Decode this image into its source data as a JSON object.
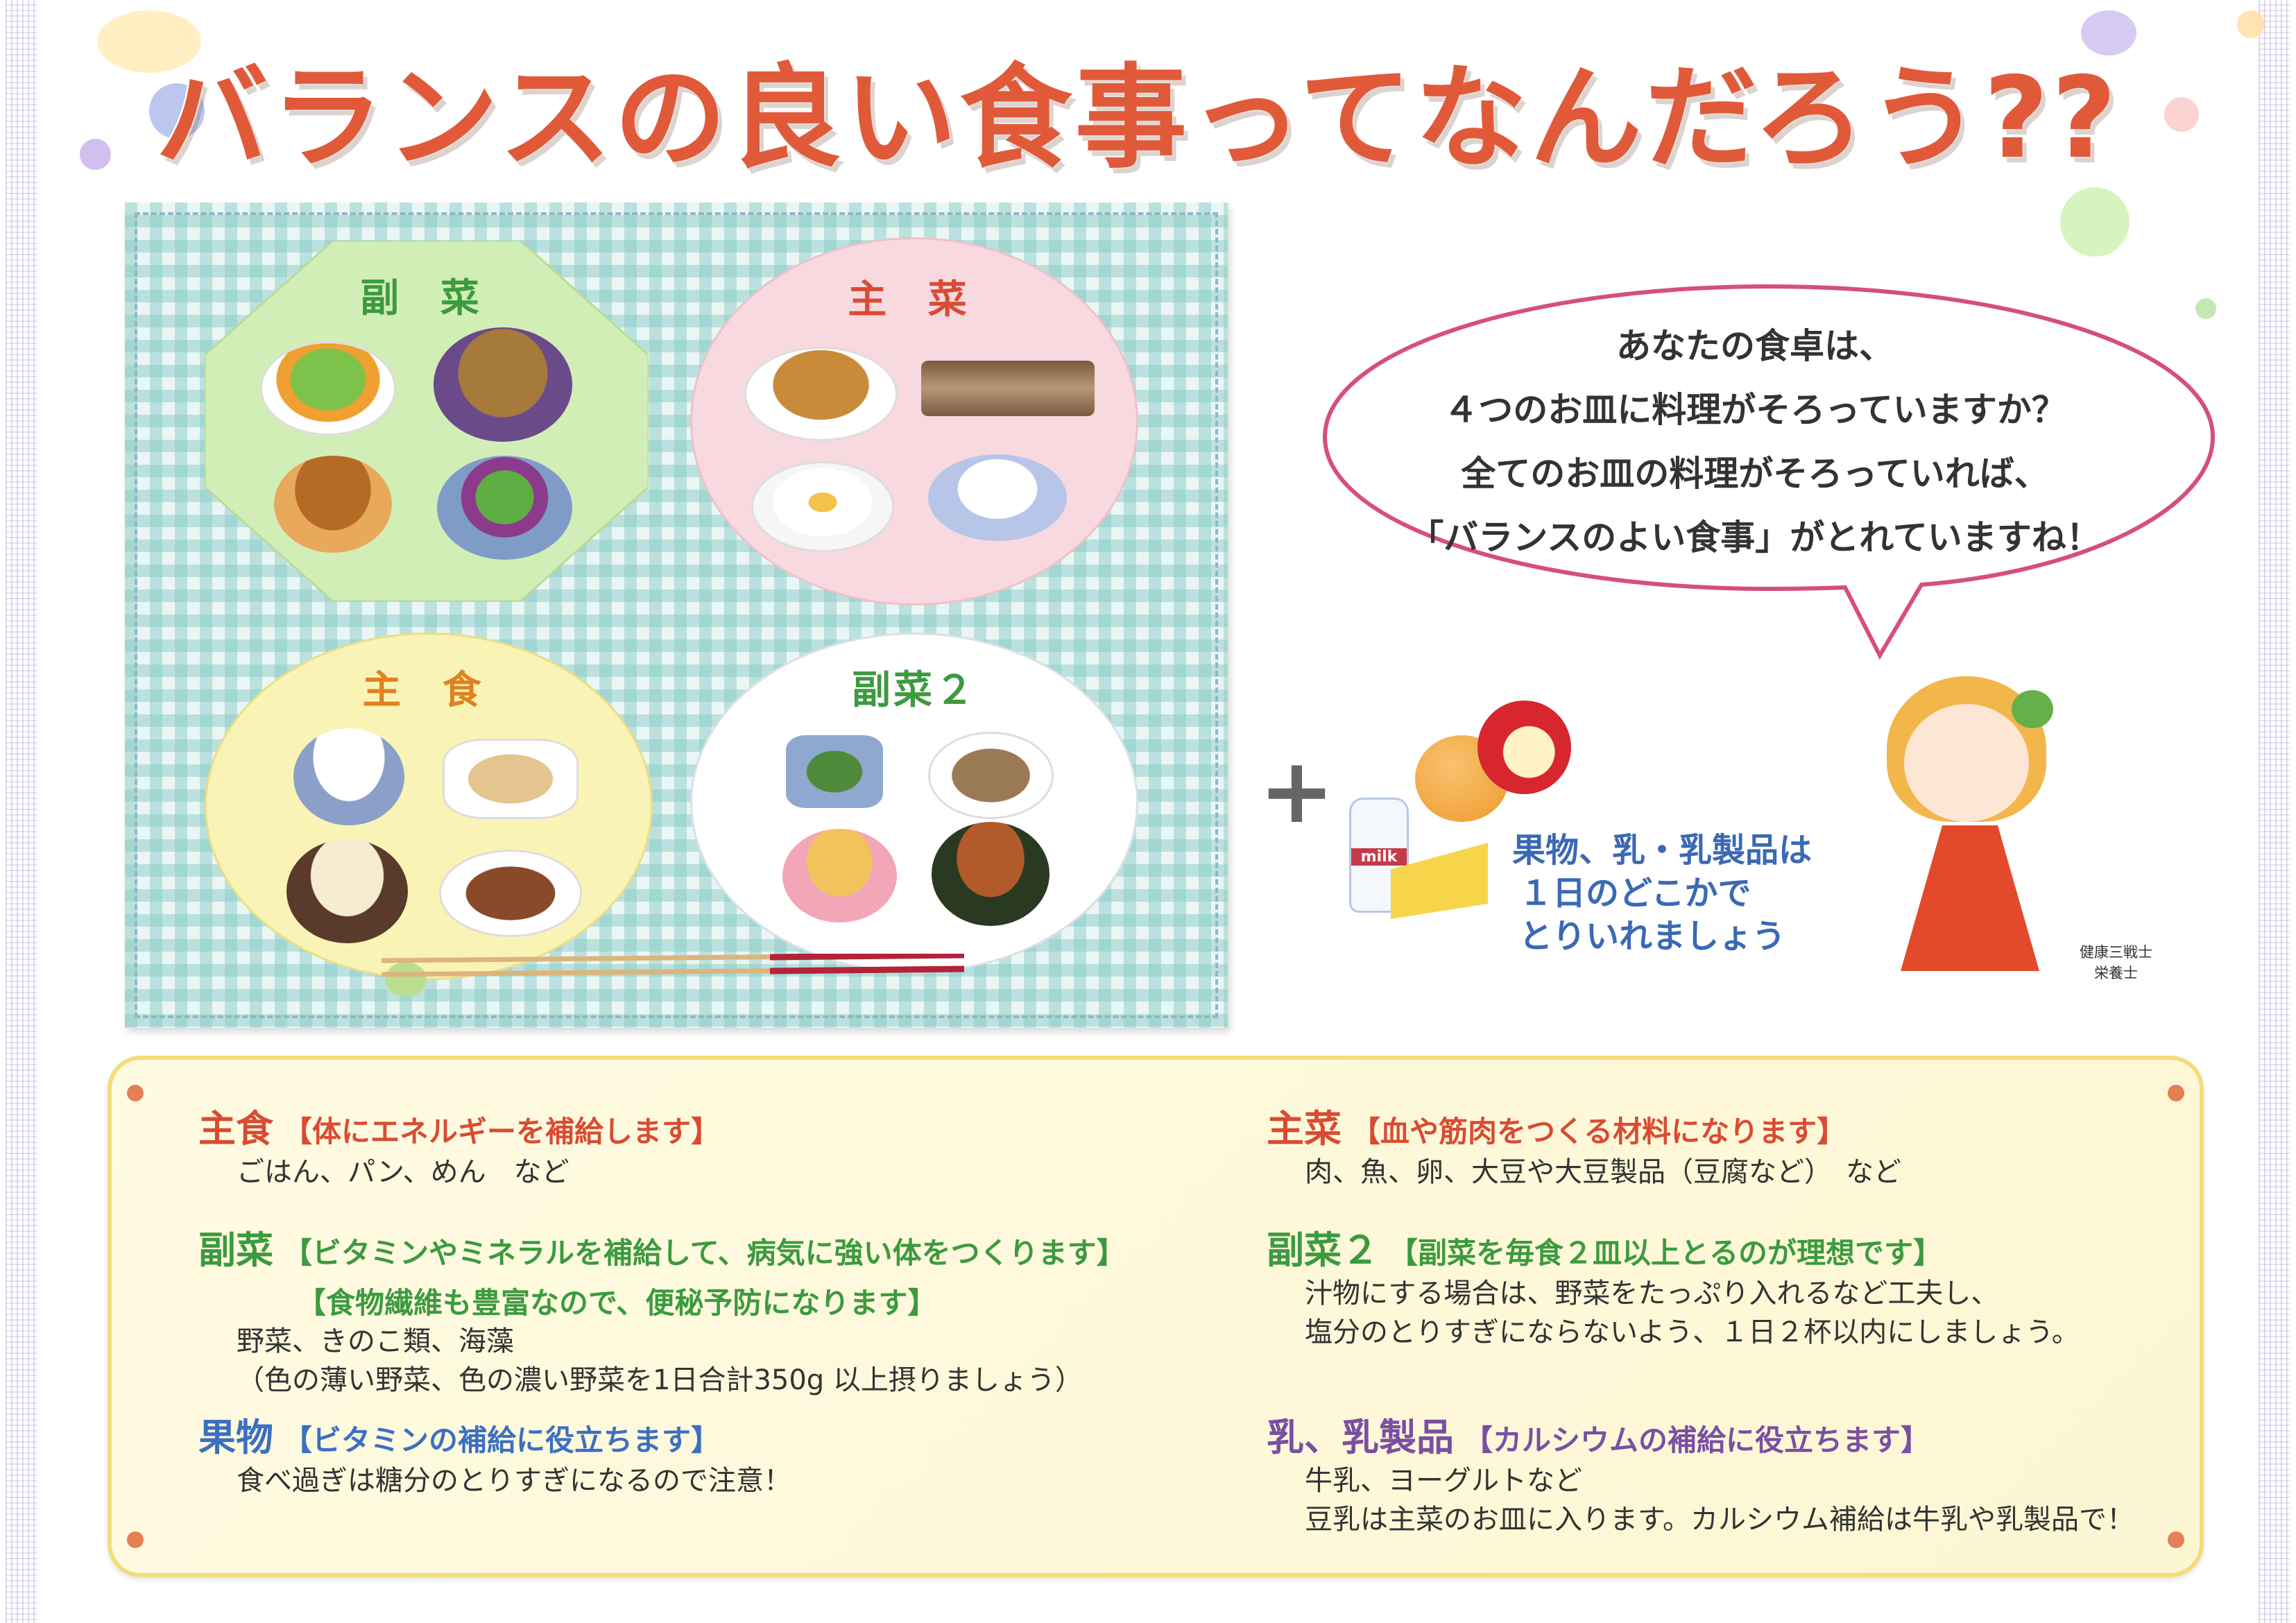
{
  "title": "バランスの良い食事ってなんだろう??",
  "placemat": {
    "dishes": [
      {
        "label": "副 菜"
      },
      {
        "label": "主 菜"
      },
      {
        "label": "主 食"
      },
      {
        "label": "副菜２"
      }
    ],
    "milk_label": "milk"
  },
  "bubble": {
    "lines": [
      "あなたの食卓は、",
      "４つのお皿に料理がそろっていますか？",
      "全てのお皿の料理がそろっていれば、",
      "「バランスのよい食事」がとれていますね！"
    ]
  },
  "extra": {
    "plus": "+",
    "lines": [
      "果物、乳・乳製品は",
      "１日のどこかで",
      "とりいれましょう"
    ]
  },
  "character": {
    "label_lines": [
      "健康三戦士",
      "栄養士"
    ]
  },
  "info": {
    "left": [
      {
        "name": "主食",
        "desc": "【体にエネルギーを補給します】",
        "text": [
          "ごはん、パン、めん　など"
        ]
      },
      {
        "name": "副菜",
        "desc": "【ビタミンやミネラルを補給して、病気に強い体をつくります】",
        "desc2": "【食物繊維も豊富なので、便秘予防になります】",
        "text": [
          "野菜、きのこ類、海藻",
          "（色の薄い野菜、色の濃い野菜を1日合計350g 以上摂りましょう）"
        ]
      },
      {
        "name": "果物",
        "desc": "【ビタミンの補給に役立ちます】",
        "text": [
          "食べ過ぎは糖分のとりすぎになるので注意！"
        ]
      }
    ],
    "right": [
      {
        "name": "主菜",
        "desc": "【血や筋肉をつくる材料になります】",
        "text": [
          "肉、魚、卵、大豆や大豆製品（豆腐など）　など"
        ]
      },
      {
        "name": "副菜２",
        "desc": "【副菜を毎食２皿以上とるのが理想です】",
        "text": [
          "汁物にする場合は、野菜をたっぷり入れるなど工夫し、",
          "塩分のとりすぎにならないよう、１日２杯以内にしましょう。"
        ]
      },
      {
        "name": "乳、乳製品",
        "desc": "【カルシウムの補給に役立ちます】",
        "text": [
          "牛乳、ヨーグルトなど",
          "豆乳は主菜のお皿に入ります。カルシウム補給は牛乳や乳製品で！"
        ]
      }
    ]
  },
  "colors": {
    "title": "#e05a3a",
    "red": "#d94b33",
    "green": "#3c9a3f",
    "blue": "#3d6fc1",
    "purple": "#7a4fa3",
    "info_border": "#f3dd78",
    "bubble_border": "#d64f7a"
  }
}
